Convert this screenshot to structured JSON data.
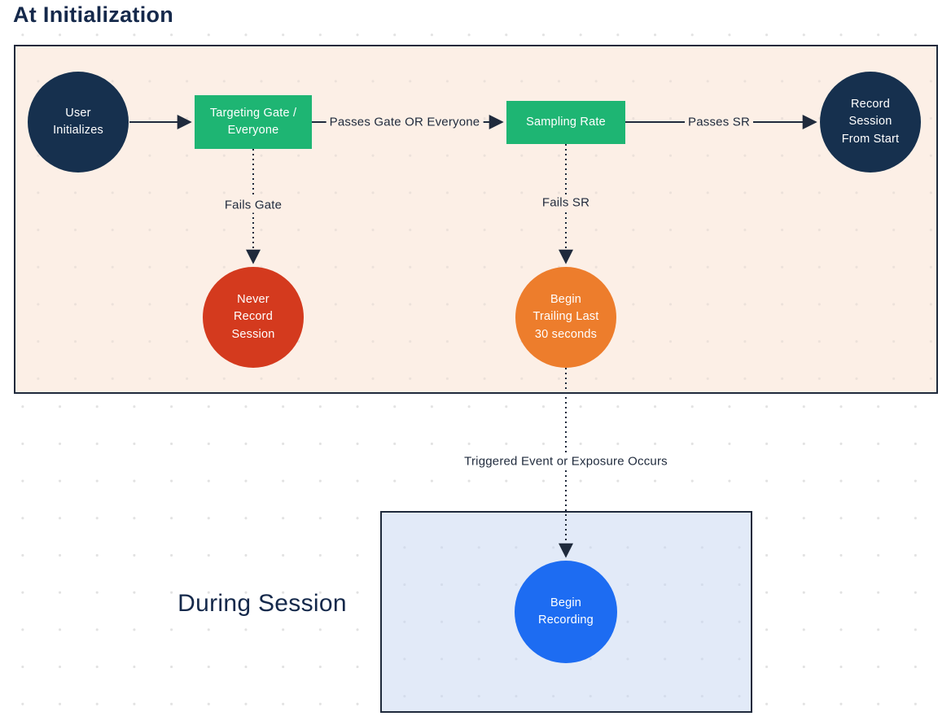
{
  "diagram": {
    "sections": {
      "initialization": {
        "title": "At Initialization"
      },
      "during_session": {
        "title": "During Session"
      }
    },
    "nodes": {
      "user_initializes": {
        "label": "User\nInitializes",
        "shape": "circle",
        "color": "#16304E"
      },
      "targeting_gate": {
        "label": "Targeting Gate /\nEveryone",
        "shape": "rect",
        "color": "#1EB573"
      },
      "sampling_rate": {
        "label": "Sampling Rate",
        "shape": "rect",
        "color": "#1EB573"
      },
      "record_session": {
        "label": "Record\nSession\nFrom Start",
        "shape": "circle",
        "color": "#16304E"
      },
      "never_record": {
        "label": "Never\nRecord\nSession",
        "shape": "circle",
        "color": "#D43A1E"
      },
      "begin_trailing": {
        "label": "Begin\nTrailing Last\n30 seconds",
        "shape": "circle",
        "color": "#ED7D2C"
      },
      "begin_recording": {
        "label": "Begin\nRecording",
        "shape": "circle",
        "color": "#1D6CF2"
      }
    },
    "edges": {
      "passes_gate": {
        "label": "Passes Gate OR Everyone",
        "style": "solid",
        "from": "targeting_gate",
        "to": "sampling_rate"
      },
      "passes_sr": {
        "label": "Passes SR",
        "style": "solid",
        "from": "sampling_rate",
        "to": "record_session"
      },
      "user_to_gate": {
        "label": "",
        "style": "solid",
        "from": "user_initializes",
        "to": "targeting_gate"
      },
      "fails_gate": {
        "label": "Fails Gate",
        "style": "dotted",
        "from": "targeting_gate",
        "to": "never_record"
      },
      "fails_sr": {
        "label": "Fails SR",
        "style": "dotted",
        "from": "sampling_rate",
        "to": "begin_trailing"
      },
      "triggered_event": {
        "label": "Triggered Event or Exposure Occurs",
        "style": "dotted",
        "from": "begin_trailing",
        "to": "begin_recording"
      }
    },
    "colors": {
      "navy": "#16304E",
      "green": "#1EB573",
      "red": "#D43A1E",
      "orange": "#ED7D2C",
      "blue": "#1D6CF2",
      "peach_background": "#FCEFE6",
      "light_blue_background": "#E2EAF8",
      "line": "#1F2A3C",
      "title_text": "#15294B"
    }
  }
}
